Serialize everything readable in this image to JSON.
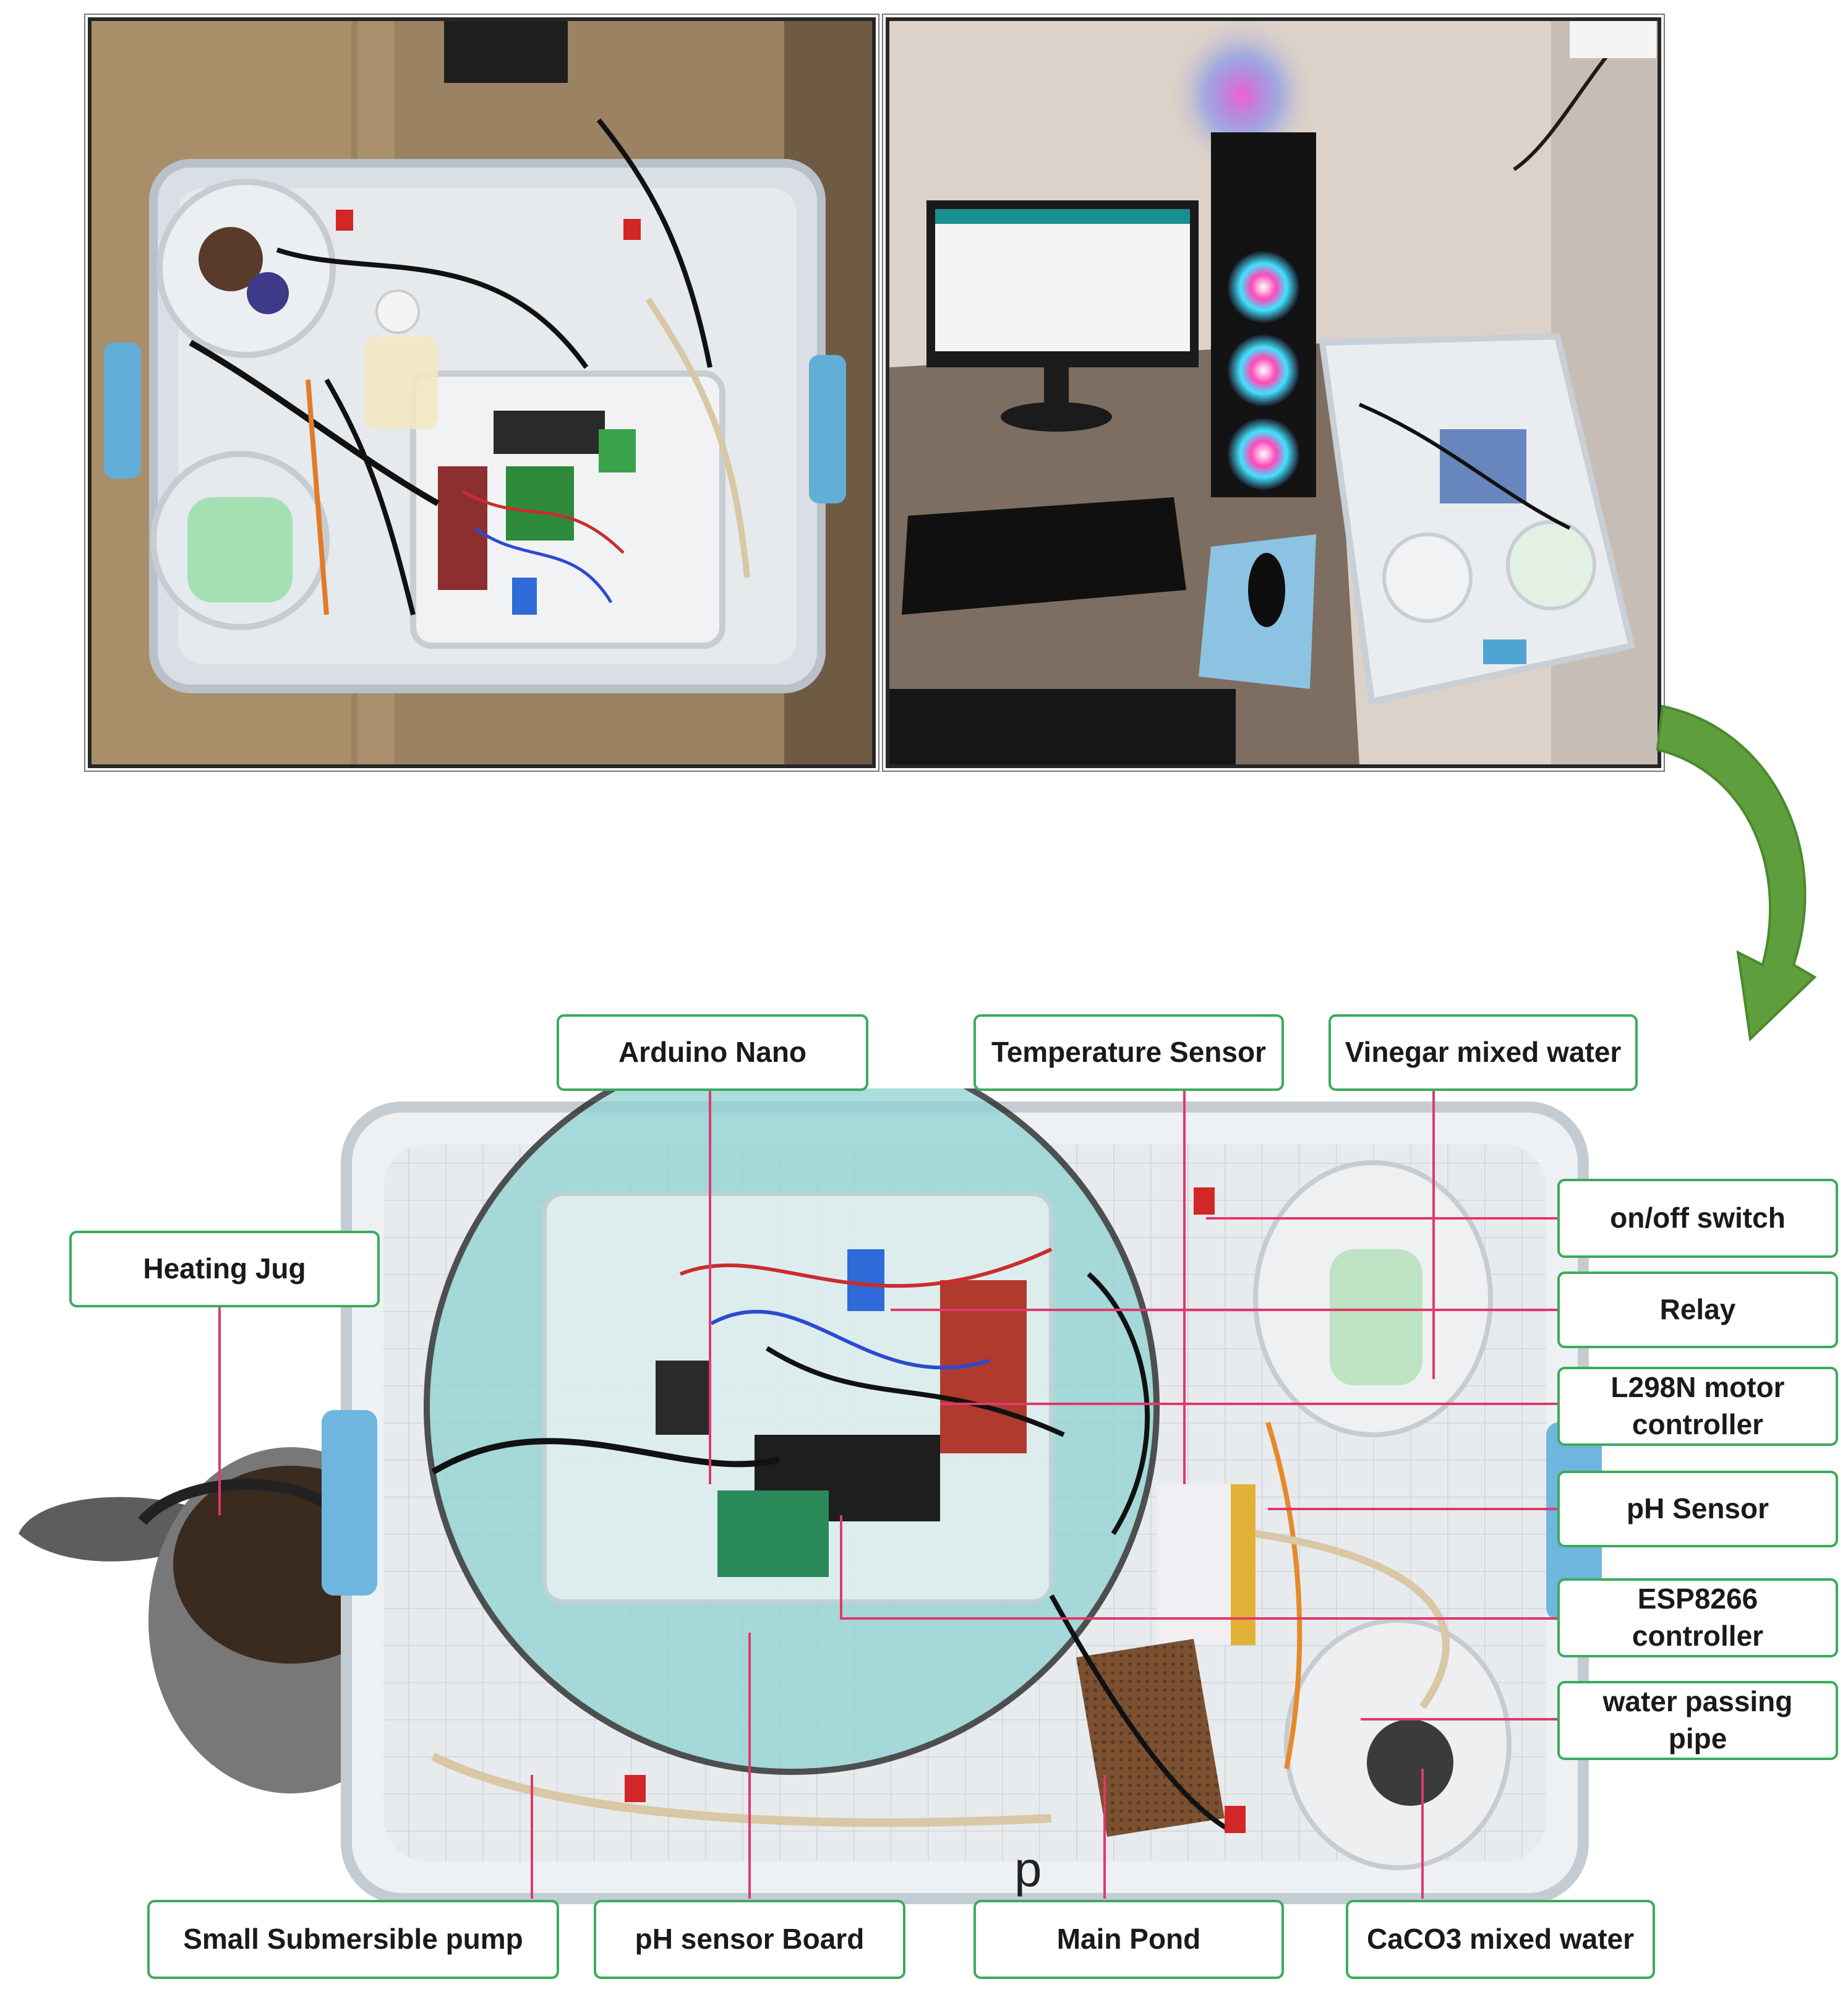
{
  "colors": {
    "label_border": "#3cab5d",
    "leader_line": "#e0396b",
    "arrow": "#5e9e3c",
    "magnifier": "#8fd2d2"
  },
  "photos": {
    "left": {
      "icon": "setup-top-view-photo"
    },
    "right": {
      "icon": "setup-with-pc-photo"
    },
    "bottom": {
      "icon": "labeled-setup-photo"
    }
  },
  "labels": {
    "arduino_nano": "Arduino Nano",
    "temperature_sensor": "Temperature Sensor",
    "vinegar_water": "Vinegar mixed water",
    "heating_jug": "Heating Jug",
    "on_off_switch": "on/off switch",
    "relay": "Relay",
    "l298n_line1": "L298N motor",
    "l298n_line2": "controller",
    "ph_sensor": "pH Sensor",
    "esp8266_line1": "ESP8266",
    "esp8266_line2": "controller",
    "water_pipe_line1": "water passing",
    "water_pipe_line2": "pipe",
    "submersible_pump": "Small Submersible pump",
    "ph_sensor_board": "pH sensor Board",
    "main_pond": "Main Pond",
    "caco3_water": "CaCO3 mixed water"
  }
}
